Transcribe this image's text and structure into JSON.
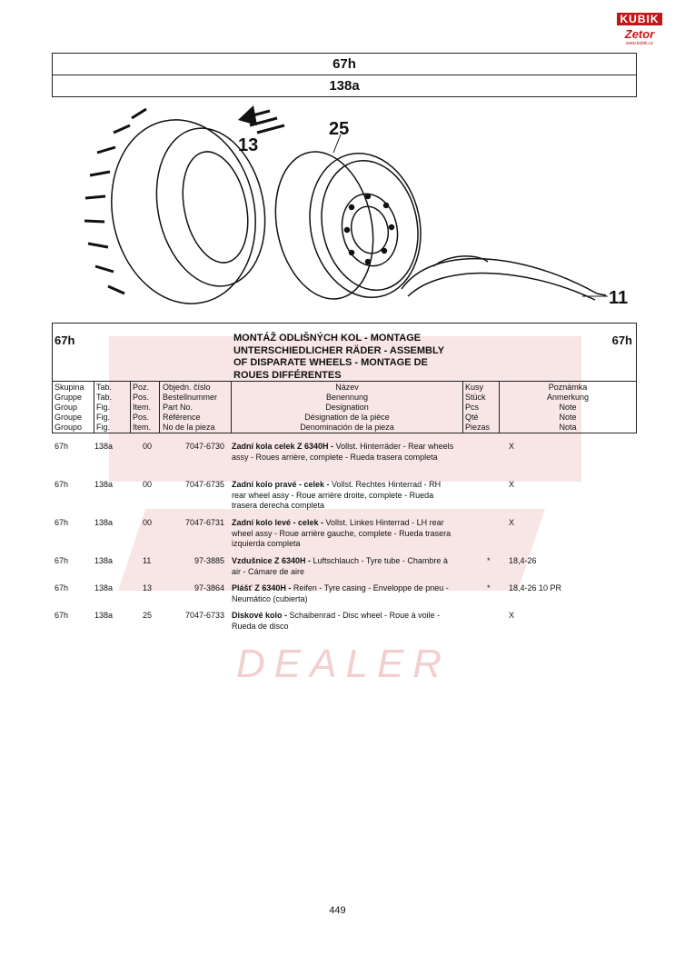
{
  "brand": {
    "top": "KUBIK",
    "bottom": "Zetor",
    "web": "www.kubik.cz"
  },
  "header": {
    "group": "67h",
    "figure": "138a"
  },
  "illustration": {
    "callouts": [
      "13",
      "25",
      "11"
    ]
  },
  "watermark": {
    "text": "DEALER"
  },
  "section": {
    "code": "67h",
    "title_lines": [
      "MONTÁŽ ODLIŠNÝCH KOL - MONTAGE",
      "UNTERSCHIEDLICHER RÄDER - ASSEMBLY",
      "OF DISPARATE WHEELS - MONTAGE DE",
      "ROUES DIFFÉRENTES"
    ]
  },
  "columns": {
    "group": [
      "Skupina",
      "Gruppe",
      "Group",
      "Groupe",
      "Groupo"
    ],
    "fig": [
      "Tab.",
      "Tab.",
      "Fig.",
      "Fig.",
      "Fig."
    ],
    "pos": [
      "Poz.",
      "Pos.",
      "Item.",
      "Pos.",
      "Item."
    ],
    "partno": [
      "Objedn. číslo",
      "Bestellnummer",
      "Part No.",
      "Référence",
      "No de la pieza"
    ],
    "name": [
      "Název",
      "Benennung",
      "Designation",
      "Désignation de la pièce",
      "Denominación de la pieza"
    ],
    "qty": [
      "Kusy",
      "Stück",
      "Pcs",
      "Qté",
      "Piezas"
    ],
    "note": [
      "Poznámka",
      "Anmerkung",
      "Note",
      "Note",
      "Nota"
    ]
  },
  "rows": [
    {
      "group": "67h",
      "fig": "138a",
      "pos": "00",
      "partno": "7047-6730",
      "name_bold": "Zadní kola celek Z 6340H -",
      "name_rest": " Vollst. Hinterräder - Rear wheels assy - Roues arrière, complete - Rueda trasera completa",
      "qty": "",
      "note": "X"
    },
    {
      "group": "67h",
      "fig": "138a",
      "pos": "00",
      "partno": "7047-6735",
      "name_bold": "Zadní kolo pravé - celek -",
      "name_rest": " Vollst. Rechtes Hinterrad - RH rear wheel assy - Roue arrière droite, complete - Rueda trasera derecha completa",
      "qty": "",
      "note": "X"
    },
    {
      "group": "67h",
      "fig": "138a",
      "pos": "00",
      "partno": "7047-6731",
      "name_bold": "Zadní kolo levé - celek -",
      "name_rest": " Vollst. Linkes Hinterrad - LH rear wheel assy - Roue arrière gauche, complete - Rueda trasera izquierda completa",
      "qty": "",
      "note": "X"
    },
    {
      "group": "67h",
      "fig": "138a",
      "pos": "11",
      "partno": "97-3885",
      "name_bold": "Vzdušnice Z 6340H -",
      "name_rest": " Luftschlauch - Tyre tube - Chambre à air - Cámare de aire",
      "qty": "*",
      "note": "18,4-26"
    },
    {
      "group": "67h",
      "fig": "138a",
      "pos": "13",
      "partno": "97-3864",
      "name_bold": "Plášť Z 6340H -",
      "name_rest": " Reifen - Tyre casing - Enveloppe de pneu - Neumático (cubierta)",
      "qty": "*",
      "note": "18,4-26 10 PR"
    },
    {
      "group": "67h",
      "fig": "138a",
      "pos": "25",
      "partno": "7047-6733",
      "name_bold": "Diskové kolo -",
      "name_rest": " Schaibenrad - Disc wheel - Roue à voile - Rueda de disco",
      "qty": "",
      "note": "X"
    }
  ],
  "page_number": "449"
}
